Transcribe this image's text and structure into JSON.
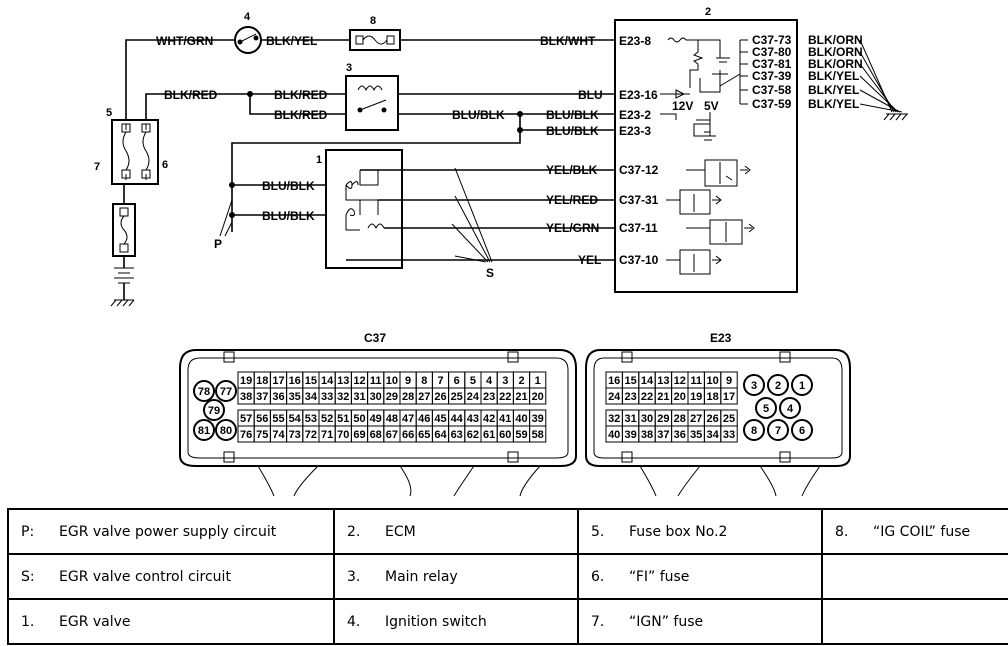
{
  "wire_labels": {
    "wht_grn": "WHT/GRN",
    "blk_yel_top": "BLK/YEL",
    "blk_wht": "BLK/WHT",
    "blk_red_main": "BLK/RED",
    "blk_red_1": "BLK/RED",
    "blk_red_2": "BLK/RED",
    "blu": "BLU",
    "blu_blk_relay": "BLU/BLK",
    "blu_blk_e23_2": "BLU/BLK",
    "blu_blk_e23_3": "BLU/BLK",
    "blu_blk_valve_1": "BLU/BLK",
    "blu_blk_valve_2": "BLU/BLK",
    "yel_blk": "YEL/BLK",
    "yel_red": "YEL/RED",
    "yel_grn": "YEL/GRN",
    "yel": "YEL"
  },
  "terminals": {
    "e23_8": "E23-8",
    "e23_16": "E23-16",
    "e23_2": "E23-2",
    "e23_3": "E23-3",
    "c37_12": "C37-12",
    "c37_31": "C37-31",
    "c37_11": "C37-11",
    "c37_10": "C37-10"
  },
  "ground_outputs": [
    {
      "terminal": "C37-73",
      "wire": "BLK/ORN"
    },
    {
      "terminal": "C37-80",
      "wire": "BLK/ORN"
    },
    {
      "terminal": "C37-81",
      "wire": "BLK/ORN"
    },
    {
      "terminal": "C37-39",
      "wire": "BLK/YEL"
    },
    {
      "terminal": "C37-58",
      "wire": "BLK/YEL"
    },
    {
      "terminal": "C37-59",
      "wire": "BLK/YEL"
    }
  ],
  "voltages": {
    "v12": "12V",
    "v5": "5V"
  },
  "callouts": {
    "n1": "1",
    "n2": "2",
    "n3": "3",
    "n4": "4",
    "n5": "5",
    "n6": "6",
    "n7": "7",
    "n8": "8",
    "p": "P",
    "s": "S"
  },
  "connectors": {
    "c37": {
      "title": "C37",
      "rows": [
        [
          "19",
          "18",
          "17",
          "16",
          "15",
          "14",
          "13",
          "12",
          "11",
          "10",
          "9",
          "8",
          "7",
          "6",
          "5",
          "4",
          "3",
          "2",
          "1"
        ],
        [
          "38",
          "37",
          "36",
          "35",
          "34",
          "33",
          "32",
          "31",
          "30",
          "29",
          "28",
          "27",
          "26",
          "25",
          "24",
          "23",
          "22",
          "21",
          "20"
        ],
        [
          "57",
          "56",
          "55",
          "54",
          "53",
          "52",
          "51",
          "50",
          "49",
          "48",
          "47",
          "46",
          "45",
          "44",
          "43",
          "42",
          "41",
          "40",
          "39"
        ],
        [
          "76",
          "75",
          "74",
          "73",
          "72",
          "71",
          "70",
          "69",
          "68",
          "67",
          "66",
          "65",
          "64",
          "63",
          "62",
          "61",
          "60",
          "59",
          "58"
        ]
      ],
      "round_pins": [
        "78",
        "77",
        "79",
        "81",
        "80"
      ]
    },
    "e23": {
      "title": "E23",
      "rows": [
        [
          "16",
          "15",
          "14",
          "13",
          "12",
          "11",
          "10",
          "9"
        ],
        [
          "24",
          "23",
          "22",
          "21",
          "20",
          "19",
          "18",
          "17"
        ],
        [
          "32",
          "31",
          "30",
          "29",
          "28",
          "27",
          "26",
          "25"
        ],
        [
          "40",
          "39",
          "38",
          "37",
          "36",
          "35",
          "34",
          "33"
        ]
      ],
      "round_pins": [
        "3",
        "2",
        "1",
        "5",
        "4",
        "8",
        "7",
        "6"
      ]
    }
  },
  "legend": [
    [
      {
        "key": "P:",
        "text": "EGR valve power supply circuit"
      },
      {
        "key": "2.",
        "text": "ECM"
      },
      {
        "key": "5.",
        "text": "Fuse box No.2"
      },
      {
        "key": "8.",
        "text": "“IG COIL” fuse"
      }
    ],
    [
      {
        "key": "S:",
        "text": "EGR valve control circuit"
      },
      {
        "key": "3.",
        "text": "Main relay"
      },
      {
        "key": "6.",
        "text": "“FI” fuse"
      },
      {
        "key": "",
        "text": ""
      }
    ],
    [
      {
        "key": "1.",
        "text": "EGR valve"
      },
      {
        "key": "4.",
        "text": "Ignition switch"
      },
      {
        "key": "7.",
        "text": "“IGN” fuse"
      },
      {
        "key": "",
        "text": ""
      }
    ]
  ]
}
